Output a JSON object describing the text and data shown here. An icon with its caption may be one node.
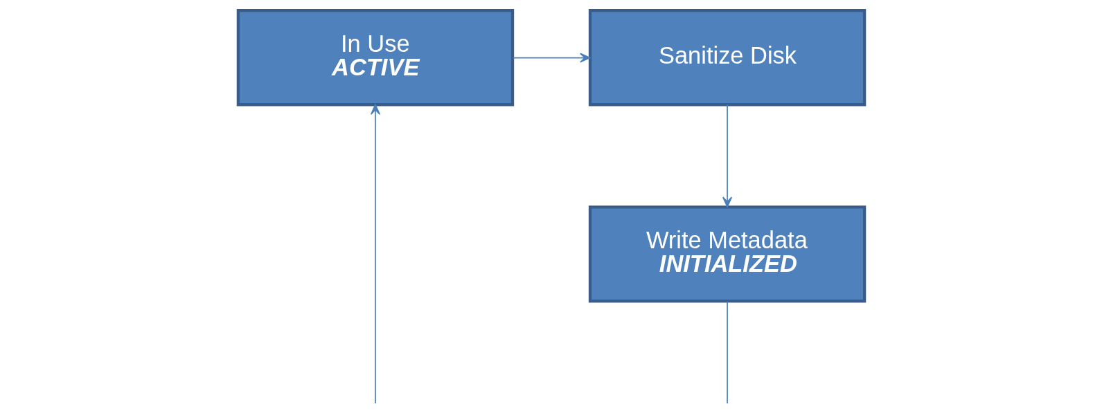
{
  "diagram": {
    "nodes": [
      {
        "text": [
          "In Use",
          "ACTIVE"
        ]
      },
      {
        "text": [
          "Sanitize Disk"
        ]
      },
      {
        "text": [
          "Write Metadata",
          "INITIALIZED"
        ]
      }
    ],
    "edges": [
      {
        "from": 0,
        "to": 1,
        "arrow": "to"
      },
      {
        "from": 1,
        "to": 2,
        "arrow": "to"
      },
      {
        "from": null,
        "to": 0,
        "arrow": "to"
      },
      {
        "from": 2,
        "to": null,
        "arrow": "none"
      }
    ]
  }
}
